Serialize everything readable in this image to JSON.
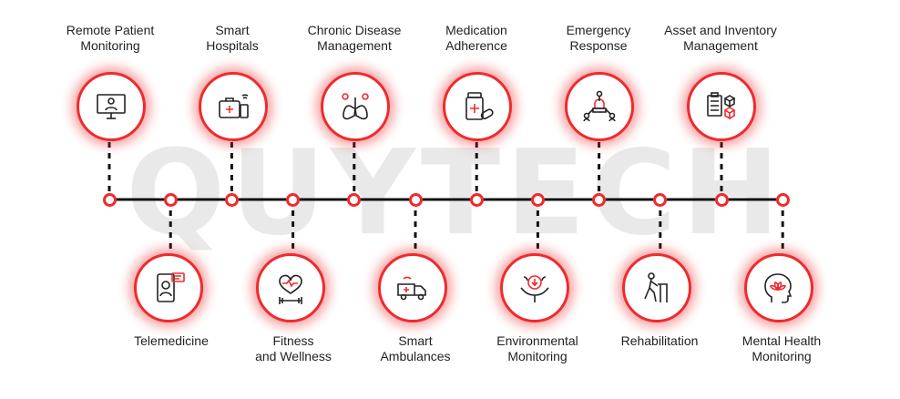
{
  "watermark": "QUYTECH",
  "top_items": [
    {
      "label": "Remote Patient\nMonitoring",
      "icon": "monitor-doctor-icon"
    },
    {
      "label": "Smart\nHospitals",
      "icon": "medical-kit-phone-icon"
    },
    {
      "label": "Chronic Disease\nManagement",
      "icon": "lungs-virus-icon"
    },
    {
      "label": "Medication\nAdherence",
      "icon": "pill-bottle-icon"
    },
    {
      "label": "Emergency\nResponse",
      "icon": "siren-network-icon"
    },
    {
      "label": "Asset and Inventory\nManagement",
      "icon": "clipboard-boxes-icon"
    }
  ],
  "bottom_items": [
    {
      "label": "Telemedicine",
      "icon": "phone-doctor-chat-icon"
    },
    {
      "label": "Fitness\nand Wellness",
      "icon": "heart-dumbbell-icon"
    },
    {
      "label": "Smart\nAmbulances",
      "icon": "ambulance-icon"
    },
    {
      "label": "Environmental\nMonitoring",
      "icon": "hand-plant-icon"
    },
    {
      "label": "Rehabilitation",
      "icon": "walker-person-icon"
    },
    {
      "label": "Mental Health\nMonitoring",
      "icon": "head-lotus-icon"
    }
  ],
  "colors": {
    "accent": "#ef2b2d",
    "line": "#111111"
  }
}
